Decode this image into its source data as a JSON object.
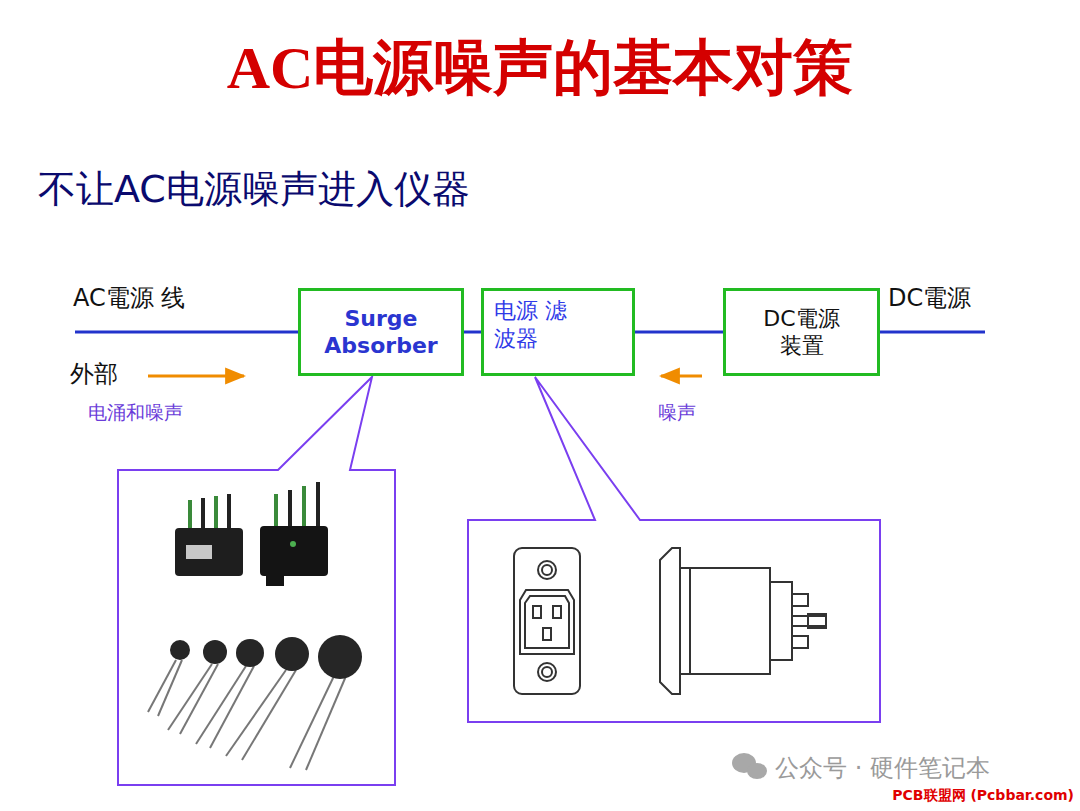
{
  "diagram": {
    "title": "AC电源噪声的基本对策",
    "nodes": [
      {
        "text": [
          "Surge Absorber"
        ]
      },
      {
        "text": [
          "电源 滤波器"
        ]
      },
      {
        "text": [
          "DC電源 装置"
        ]
      }
    ],
    "edges": [
      {
        "from": 0,
        "to": 1,
        "arrow": "none"
      },
      {
        "from": 1,
        "to": 2,
        "arrow": "none"
      }
    ],
    "labels": [
      "不让AC电源噪声进入仪器",
      "AC電源 线",
      "外部",
      "电涌和噪声",
      "噪声",
      "DC電源",
      "公众号 · 硬件笔记本",
      "PCB联盟网 (Pcbbar.com)"
    ]
  }
}
